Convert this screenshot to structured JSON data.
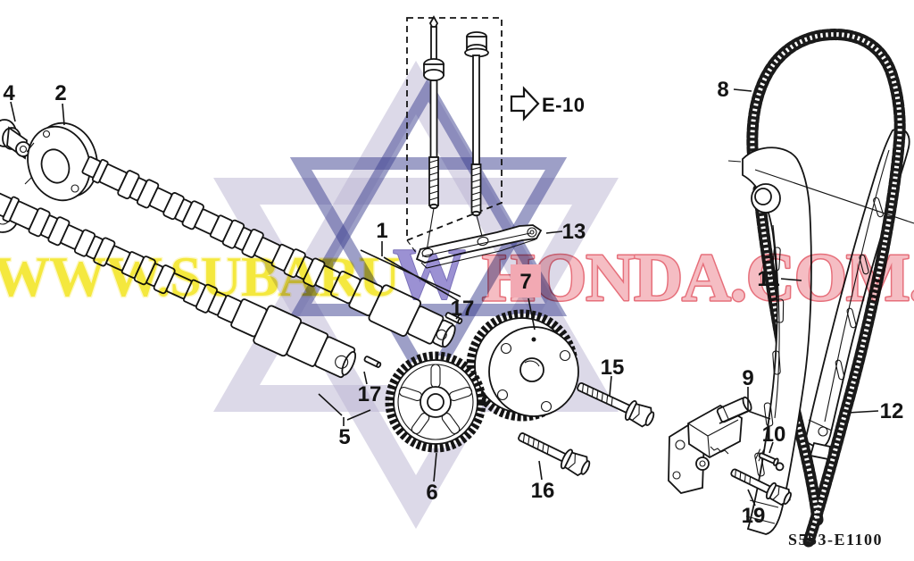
{
  "diagram": {
    "code": "S5S3-E1100",
    "reference": {
      "label": "E-10"
    },
    "part_labels": {
      "p1": "1",
      "p2": "2",
      "p4": "4",
      "p5": "5",
      "p6": "6",
      "p7": "7",
      "p8": "8",
      "p9": "9",
      "p10": "10",
      "p11": "11",
      "p12": "12",
      "p13": "13",
      "p15": "15",
      "p16": "16",
      "p17a": "17",
      "p17b": "17",
      "p19": "19"
    },
    "highlighted_part": "7",
    "highlight_color": "#f2a9b3"
  },
  "watermark": {
    "segment1": {
      "text": "WWW.SUBARU",
      "fill": "#f3e41c",
      "outline": "#fdf7bb"
    },
    "segment2": {
      "text": "W",
      "fill": "#8a7ecc",
      "outline": "#6459ae"
    },
    "segment3": {
      "text": "HONDA.COM.CO",
      "fill": "#f4b1b9",
      "outline": "#e25563"
    },
    "stars": {
      "large_color": "#b9b4d2",
      "small_color": "#3c3f90"
    }
  }
}
